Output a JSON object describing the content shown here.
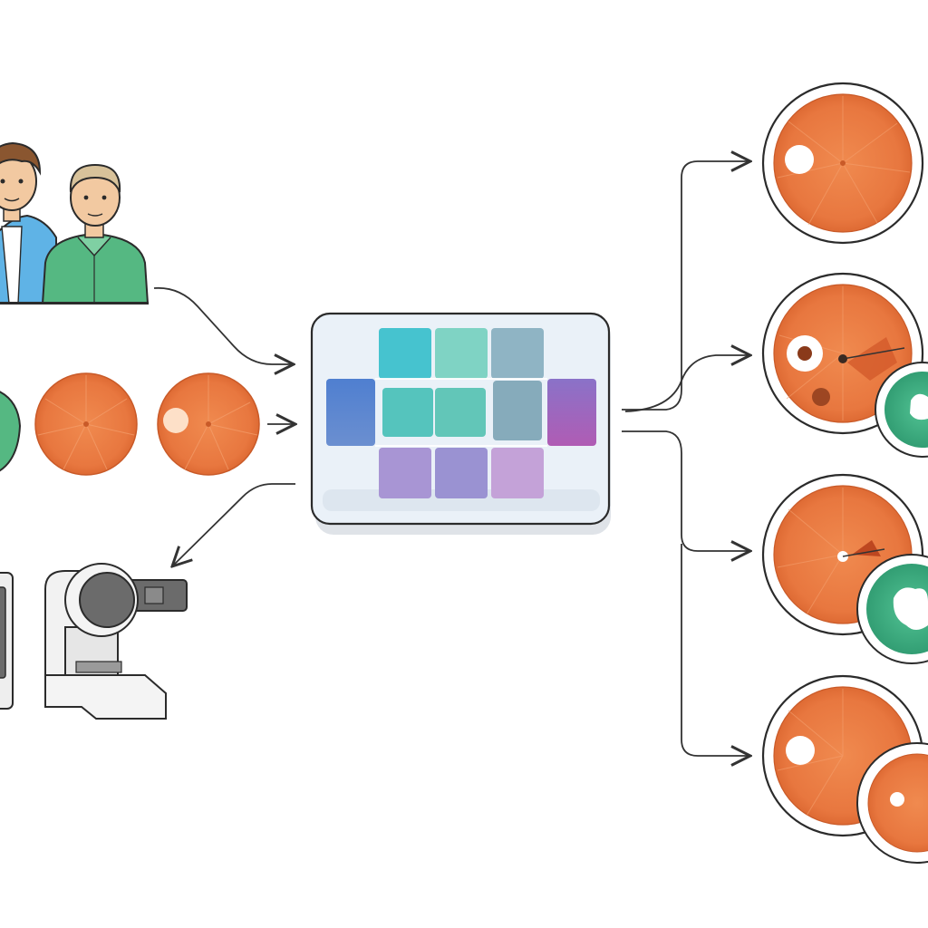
{
  "diagram": {
    "inputs": [
      {
        "id": "people",
        "icon": "people-icon"
      },
      {
        "id": "fundus-images",
        "icon": "fundus-image-icon"
      },
      {
        "id": "imaging-devices",
        "icon": "fundus-camera-icon"
      }
    ],
    "center": {
      "icon": "data-grid-panel",
      "tile_count": 14
    },
    "outputs": [
      {
        "id": "output-1",
        "icon": "healthy-fundus-icon"
      },
      {
        "id": "output-2",
        "icon": "lesion-fundus-icon",
        "inset": "green-inset-icon"
      },
      {
        "id": "output-3",
        "icon": "lesion-fundus-icon",
        "inset": "green-inset-icon"
      },
      {
        "id": "output-4",
        "icon": "fundus-icon",
        "inset": "orange-inset-icon"
      }
    ]
  },
  "colors": {
    "fundus": "#e8773f",
    "fundus_dark": "#c95a28",
    "panel_bg": "#eaf1f8",
    "panel_border": "#2b2b2b",
    "line": "#333333",
    "teal": "#46c3cf",
    "mint": "#7fd3c4",
    "slate": "#8fb4c4",
    "blue": "#5a84cc",
    "purple": "#a45fb5",
    "lavender": "#a895d4",
    "lilac": "#c4a2d8",
    "inset_green": "#3fae85",
    "shirt_blue": "#5fb3e6",
    "shirt_green": "#55b882",
    "skin": "#f2c9a1",
    "hair_brown": "#8a5630",
    "hair_blond": "#d8c29a",
    "device_body": "#eeeeee",
    "device_lens": "#6b6b6b"
  }
}
